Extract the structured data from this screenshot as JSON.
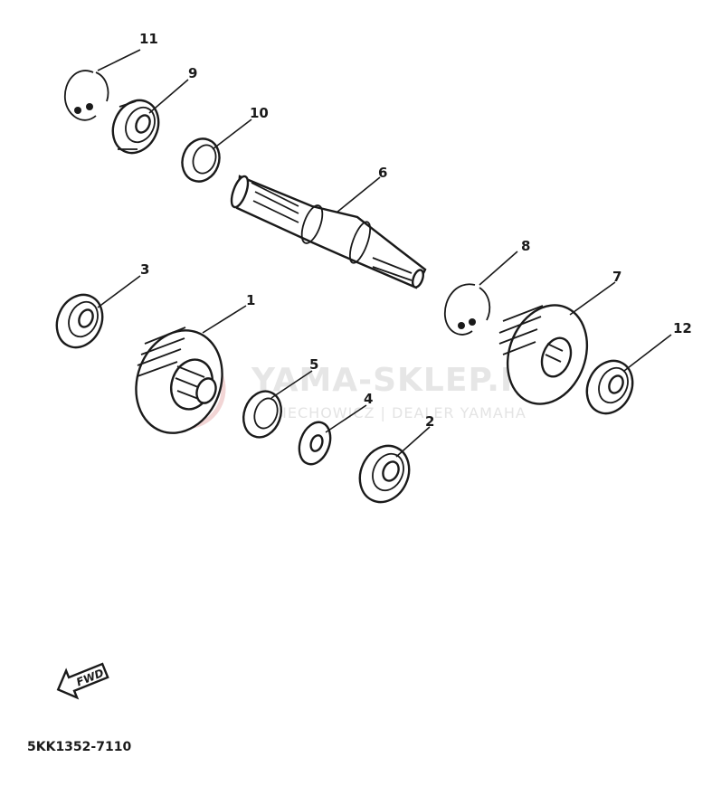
{
  "watermark": {
    "title": "YAMA-SKLEP.PL",
    "subtitle": "CIECHOWICZ | DEALER YAMAHA",
    "logo_color": "#e8b3b3"
  },
  "diagram": {
    "code": "5KK1352-7110",
    "fwd_label": "FWD",
    "callouts": [
      {
        "id": "1",
        "part": "gear-1"
      },
      {
        "id": "2",
        "part": "bearing-2"
      },
      {
        "id": "3",
        "part": "bearing-3"
      },
      {
        "id": "4",
        "part": "washer-4"
      },
      {
        "id": "5",
        "part": "oil-seal-5"
      },
      {
        "id": "6",
        "part": "shaft-6"
      },
      {
        "id": "7",
        "part": "gear-7"
      },
      {
        "id": "8",
        "part": "circlip-8"
      },
      {
        "id": "9",
        "part": "bearing-9"
      },
      {
        "id": "10",
        "part": "oil-seal-10"
      },
      {
        "id": "11",
        "part": "circlip-11"
      },
      {
        "id": "12",
        "part": "bearing-12"
      }
    ]
  },
  "colors": {
    "ink": "#1a1a1a",
    "background": "#ffffff"
  }
}
